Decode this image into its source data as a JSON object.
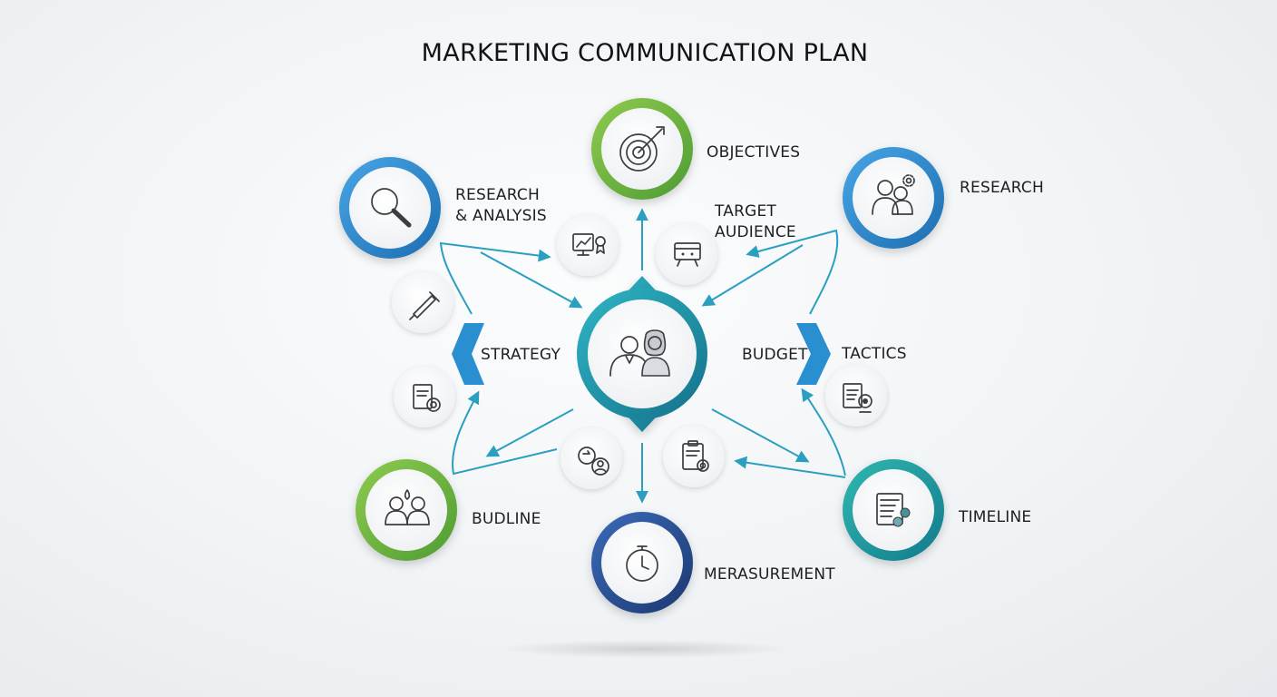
{
  "title": "MARKETING COMMUNICATION PLAN",
  "labels": {
    "objectives": "OBJECTIVES",
    "research_analysis_1": "RESEARCH",
    "research_analysis_2": "& ANALYSIS",
    "target_audience_1": "TARGET",
    "target_audience_2": "AUDIENCE",
    "research": "RESEARCH",
    "strategy": "STRATEGY",
    "budget": "BUDGET",
    "tactics": "TACTICS",
    "budline": "BUDLINE",
    "timeline": "TIMELINE",
    "measurement": "MERASUREMENT"
  },
  "colors": {
    "green": "#6cb33f",
    "blue": "#2a86cc",
    "teal": "#1aa1ad",
    "navy": "#244a8a",
    "arrow": "#2a9fc0"
  },
  "icons": {
    "center": "team-icon",
    "objectives": "target-icon",
    "research_analysis": "magnifier-icon",
    "research": "people-gear-icon",
    "budline": "people-icon",
    "timeline": "document-chat-icon",
    "measurement": "stopwatch-icon"
  }
}
